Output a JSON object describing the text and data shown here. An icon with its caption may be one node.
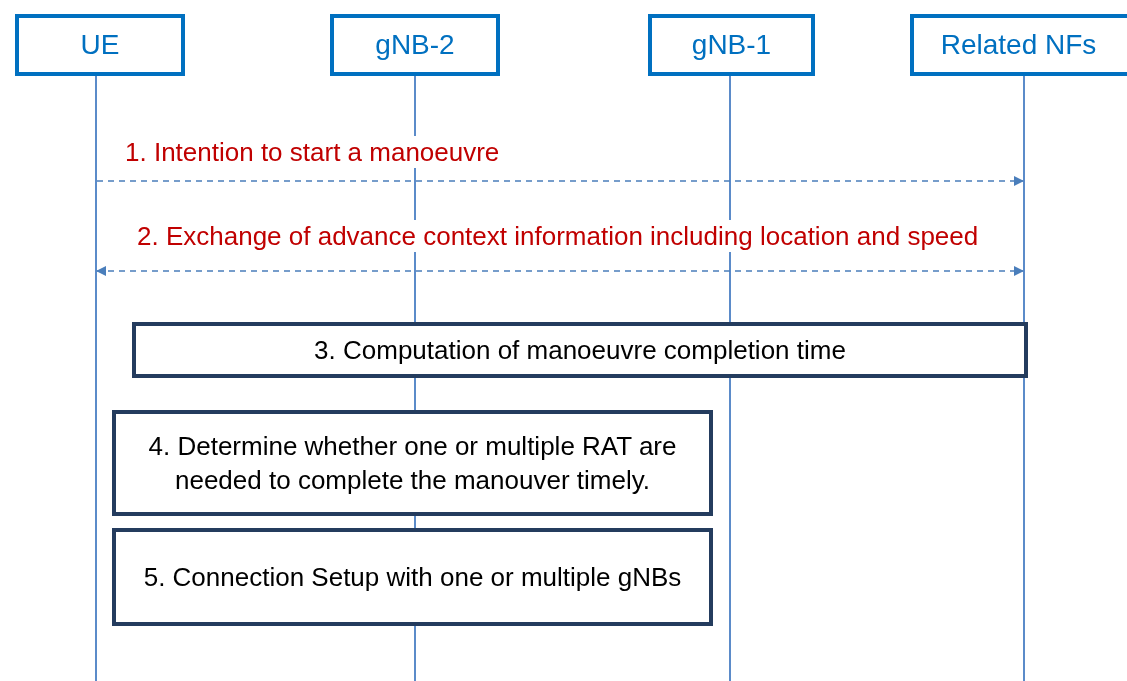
{
  "diagram": {
    "nodes": [
      {
        "text": [
          "UE"
        ]
      },
      {
        "text": [
          "gNB-2"
        ]
      },
      {
        "text": [
          "gNB-1"
        ]
      },
      {
        "text": [
          "Related NFs"
        ]
      },
      {
        "text": [
          "3. Computation of manoeuvre completion time"
        ]
      },
      {
        "text": [
          "4. Determine whether one or multiple RAT are needed to complete the manouver timely."
        ]
      },
      {
        "text": [
          "5. Connection Setup with one or multiple gNBs"
        ]
      },
      {
        "text": [],
        "shape": "line"
      },
      {
        "text": [],
        "shape": "line"
      },
      {
        "text": [],
        "shape": "line"
      },
      {
        "text": [],
        "shape": "line"
      }
    ],
    "edges": [
      {
        "from": 7,
        "to": 10,
        "arrow": "to",
        "label": "1. Intention to start a manoeuvre",
        "style": "dashed"
      },
      {
        "from": 7,
        "to": 10,
        "arrow": "both",
        "label": "2. Exchange of advance context information including location and speed",
        "style": "dashed"
      }
    ]
  }
}
